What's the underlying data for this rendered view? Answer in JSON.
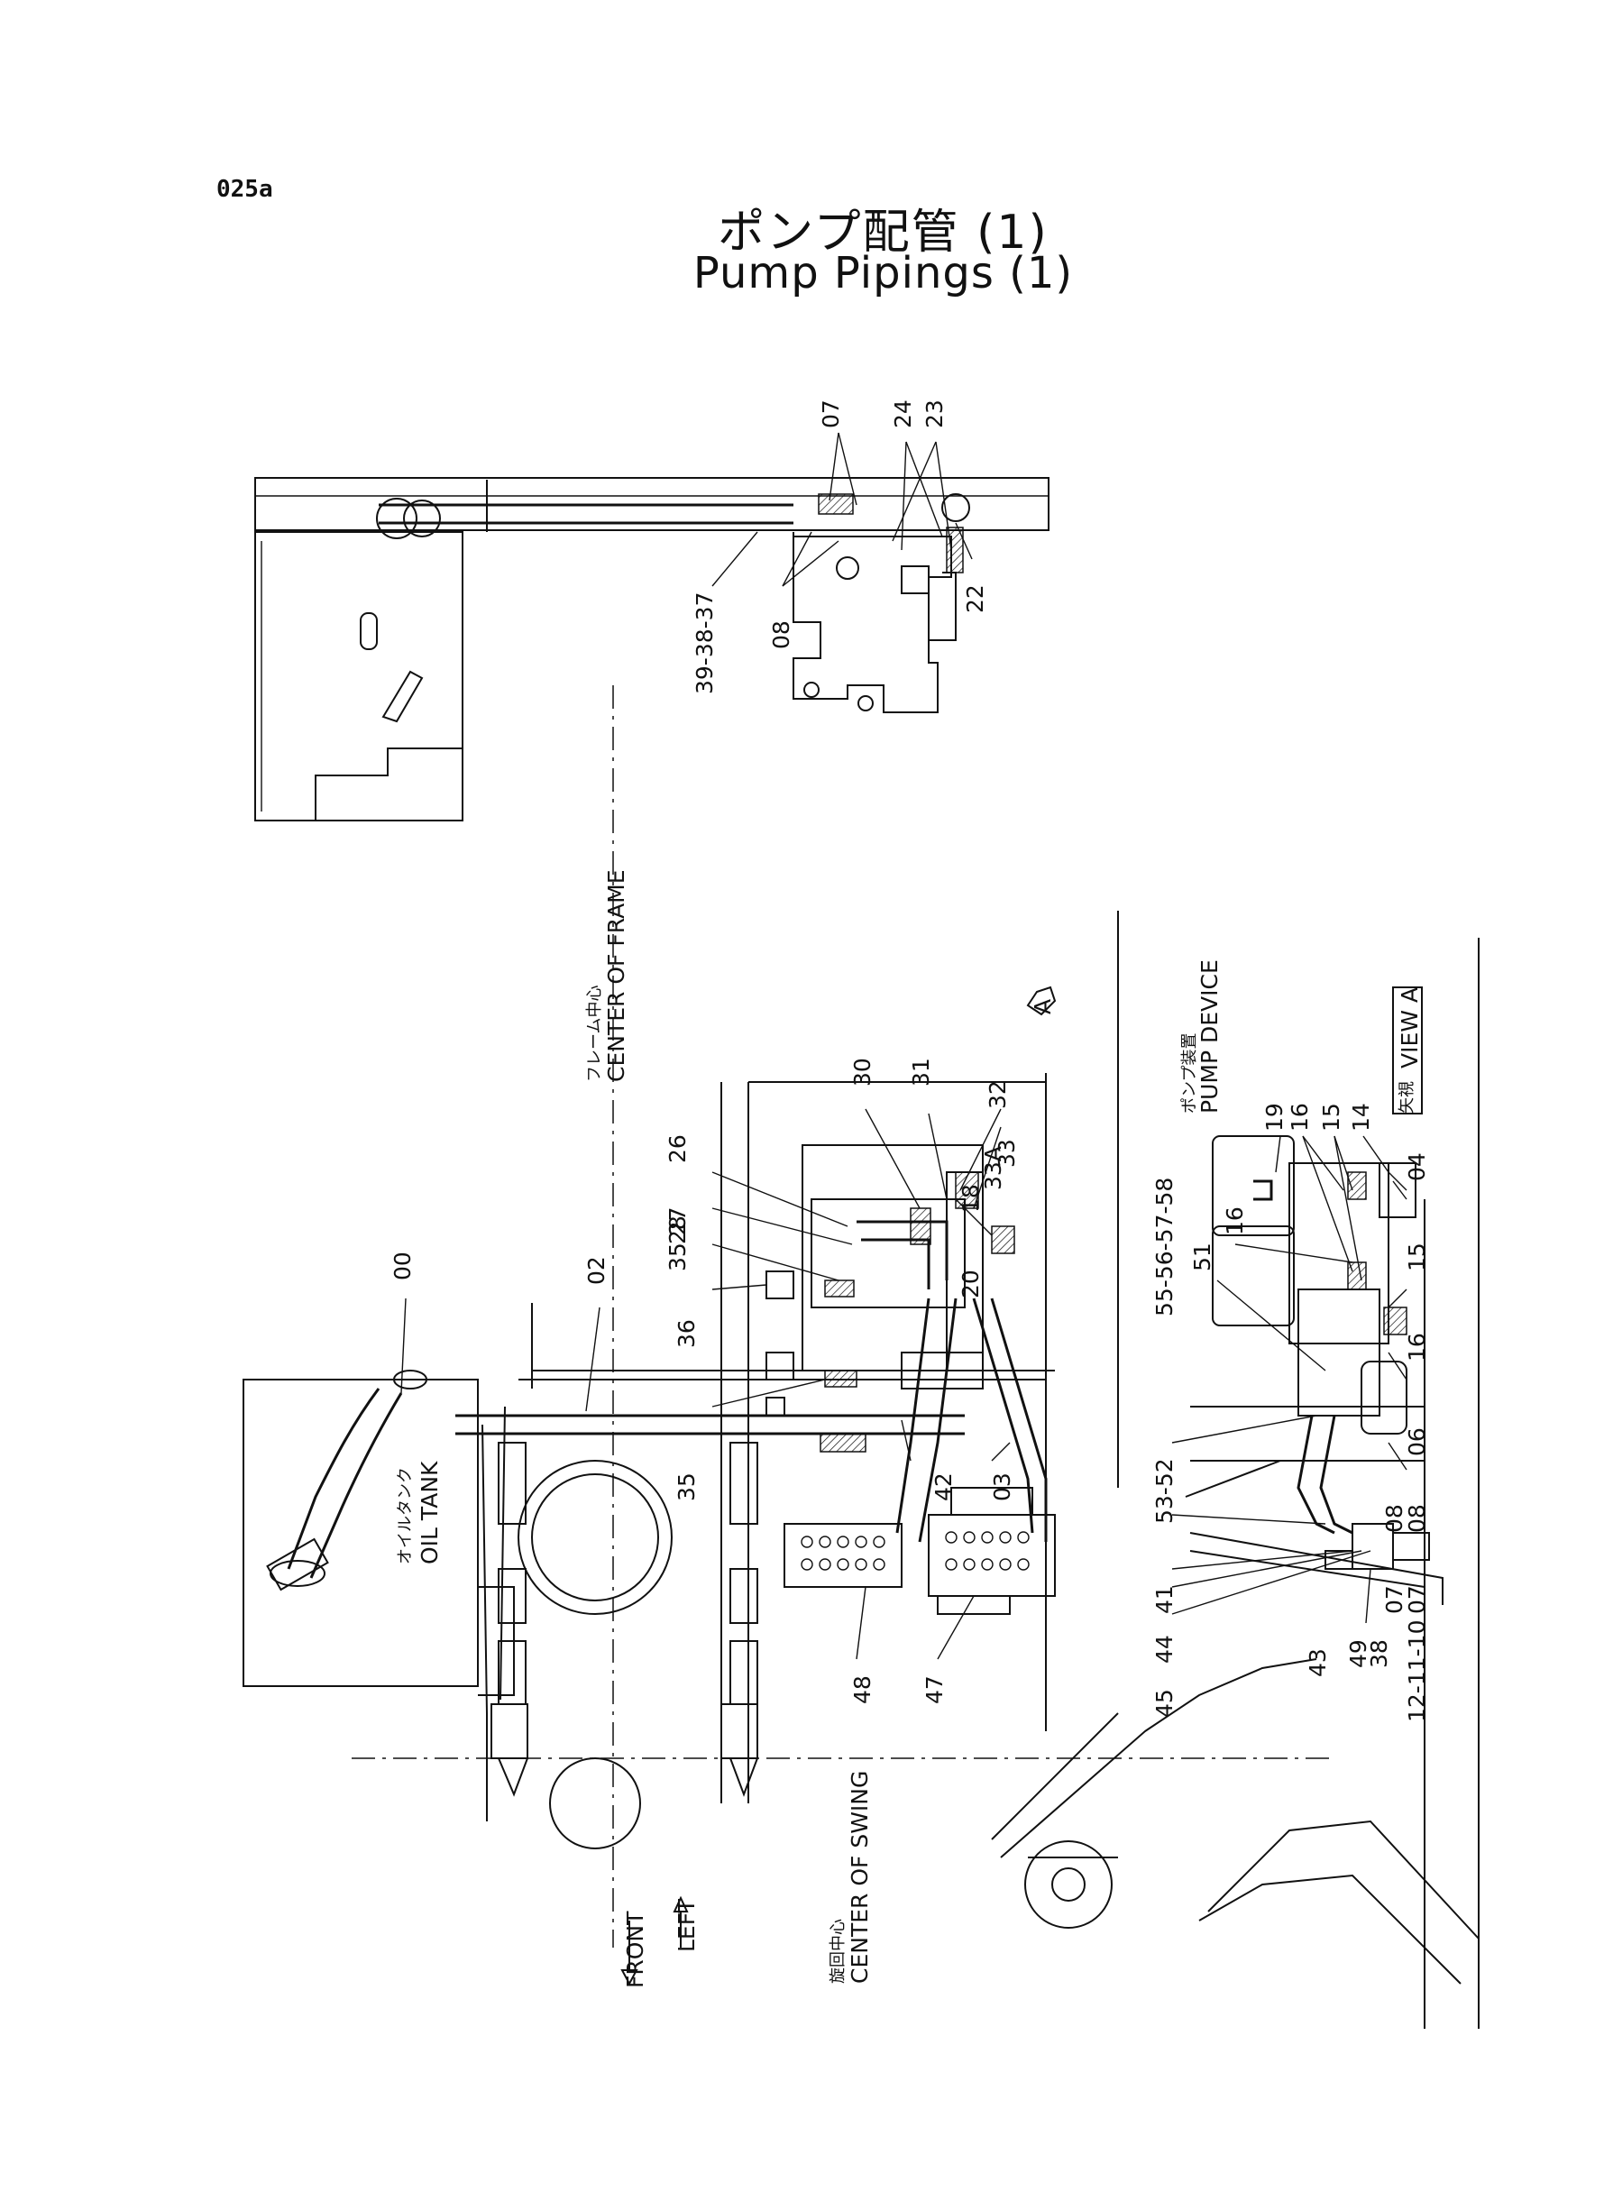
{
  "header": {
    "page_code": "025a",
    "title_jp": "ポンプ配管 (1)",
    "title_en": "Pump Pipings (1)"
  },
  "annotations": {
    "oil_tank_jp": "オイルタンク",
    "oil_tank_en": "OIL TANK",
    "frame_center_jp": "フレーム中心",
    "frame_center_en": "CENTER OF FRAME",
    "swing_center_jp": "旋回中心",
    "swing_center_en": "CENTER OF SWING",
    "pump_device_jp": "ポンプ装置",
    "pump_device_en": "PUMP DEVICE",
    "view_jp": "矢視",
    "view_en": "VIEW A",
    "view_marker": "A",
    "front": "FRONT",
    "left": "LEFT"
  },
  "parts": {
    "p00": "00",
    "p02": "02",
    "p03": "03",
    "p04": "04",
    "p06": "06",
    "p07a": "07",
    "p07b": "07",
    "p08a": "08",
    "p08b": "08",
    "p14": "14",
    "p15a": "15",
    "p15b": "15",
    "p16a": "16",
    "p16b": "16",
    "p16c": "16",
    "p18": "18",
    "p19": "19",
    "p20": "20",
    "p22": "22",
    "p23": "23",
    "p24": "24",
    "p26": "26",
    "p30": "30",
    "p31": "31",
    "p32": "32",
    "p33": "33",
    "p33a": "33A",
    "p35a": "35",
    "p36": "36",
    "p38": "38",
    "p41": "41",
    "p42": "42",
    "p43": "43",
    "p44": "44",
    "p45": "45",
    "p47": "47",
    "p48": "48",
    "p49": "49",
    "p51": "51",
    "g39_38_37": "39-38-37",
    "g35_27": "35 27",
    "g28": "28",
    "g55_56_57_58": "55-56-57-58",
    "g53_52": "53-52",
    "g12_11_10": "12-11-10",
    "p07c": "07",
    "p08c": "08"
  }
}
